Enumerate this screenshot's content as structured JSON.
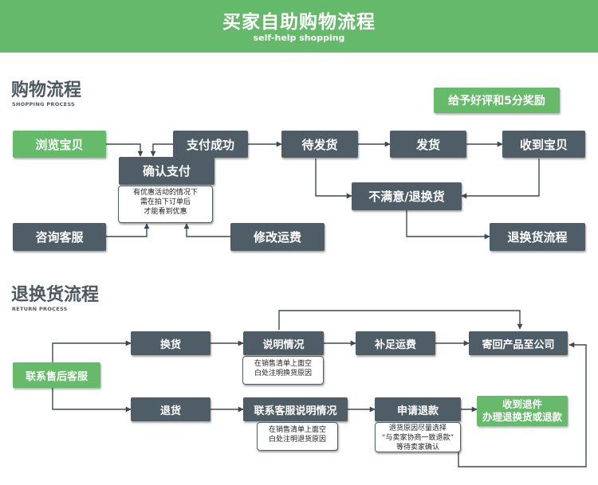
{
  "header": {
    "title": "买家自助购物流程",
    "subtitle": "self-help shopping"
  },
  "shopping": {
    "title": "购物流程",
    "subtitle": "SHOPPING PROCESS",
    "reward": "给予好评和5分奖励",
    "browse": "浏览宝贝",
    "paid": "支付成功",
    "confirm_pay": "确认支付",
    "confirm_note": [
      "有优惠活动的情况下",
      "需在拍下订单后",
      "才能看到优惠"
    ],
    "consult": "咨询客服",
    "modify_shipping": "修改运费",
    "await_ship": "待发货",
    "shipped": "发货",
    "received": "收到宝贝",
    "unsatisfied": "不满意/退换货",
    "return_flow": "退换货流程"
  },
  "returns": {
    "title": "退换货流程",
    "subtitle": "RETURN PROCESS",
    "contact": "联系售后客服",
    "exchange": "换货",
    "explain": "说明情况",
    "explain_note": [
      "在销售清单上面空",
      "白处注明换货原因"
    ],
    "supplement": "补足运费",
    "send_back": "寄回产品至公司",
    "refund": "退货",
    "contact_explain": "联系客服说明情况",
    "contact_explain_note": [
      "在销售清单上面空",
      "白处注明退货原因"
    ],
    "apply_refund": "申请退款",
    "apply_note": [
      "退货原因尽量选择",
      "“与卖家协商一致退款”",
      "等待卖家确认"
    ],
    "final": [
      "收到退件",
      "办理退换货或退款"
    ]
  },
  "colors": {
    "header": "#64ba6a",
    "green": "#66bb6a",
    "dark": "#4f5e66",
    "line": "#3f4b51"
  }
}
